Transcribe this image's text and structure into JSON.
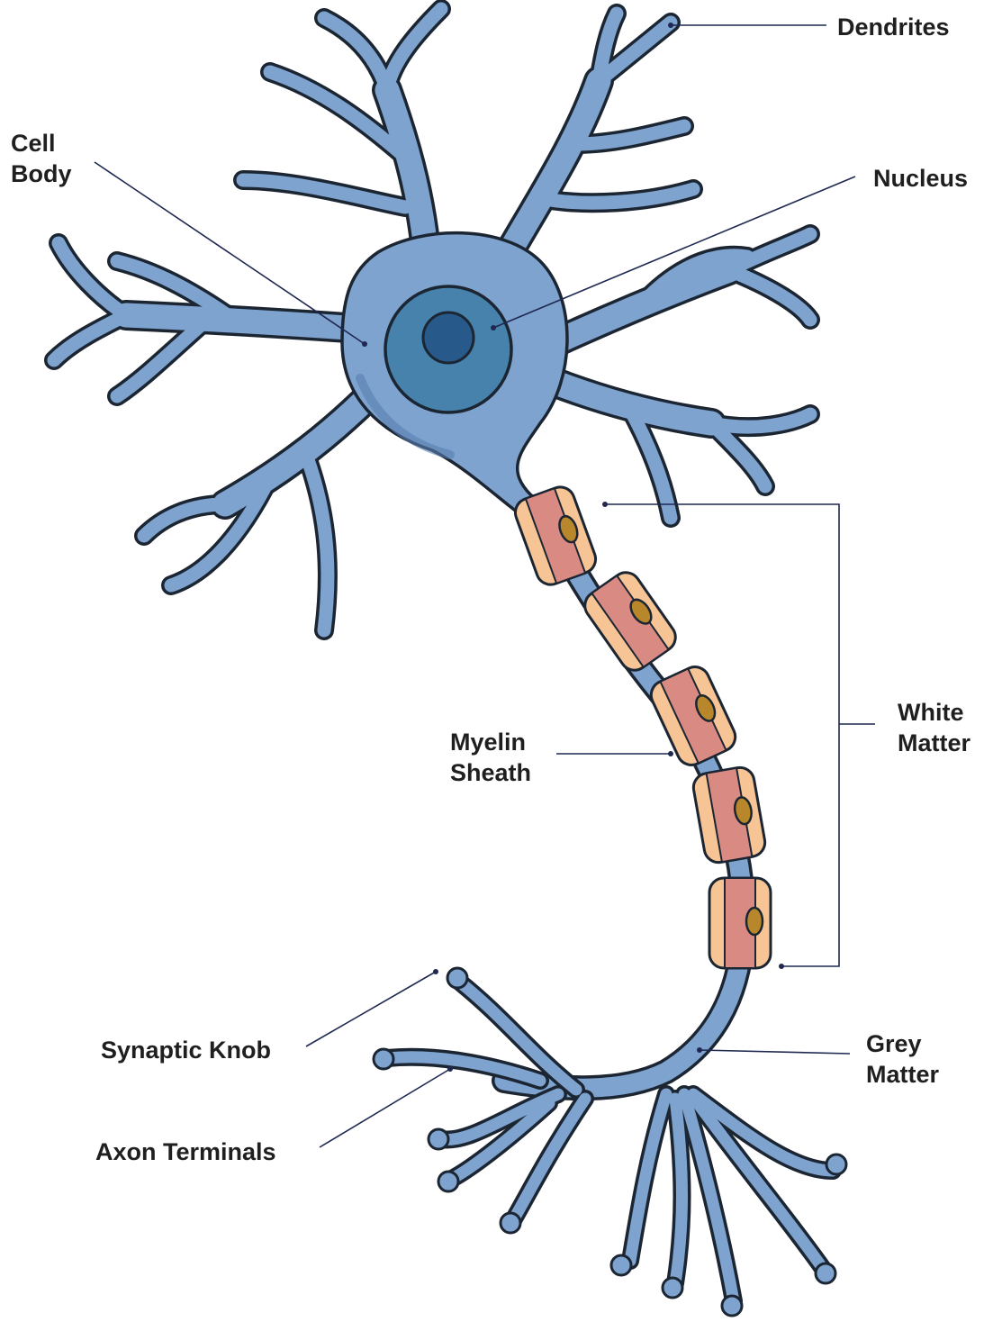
{
  "labels": {
    "dendrites": "Dendrites",
    "cell_body_line1": "Cell",
    "cell_body_line2": "Body",
    "nucleus": "Nucleus",
    "white_matter_line1": "White",
    "white_matter_line2": "Matter",
    "myelin_line1": "Myelin",
    "myelin_line2": "Sheath",
    "synaptic_knob": "Synaptic Knob",
    "grey_matter_line1": "Grey",
    "grey_matter_line2": "Matter",
    "axon_terminals": "Axon Terminals"
  },
  "colors": {
    "membrane": "#7ea3cf",
    "membrane_dark": "#587fb0",
    "outline": "#1c2633",
    "nucleus": "#4682ab",
    "nucleolus": "#275a8b",
    "myelin_outer": "#f6c495",
    "myelin_inner": "#d98b83",
    "schwann_nucleus": "#b8862b",
    "leader_line": "#1f2850"
  }
}
